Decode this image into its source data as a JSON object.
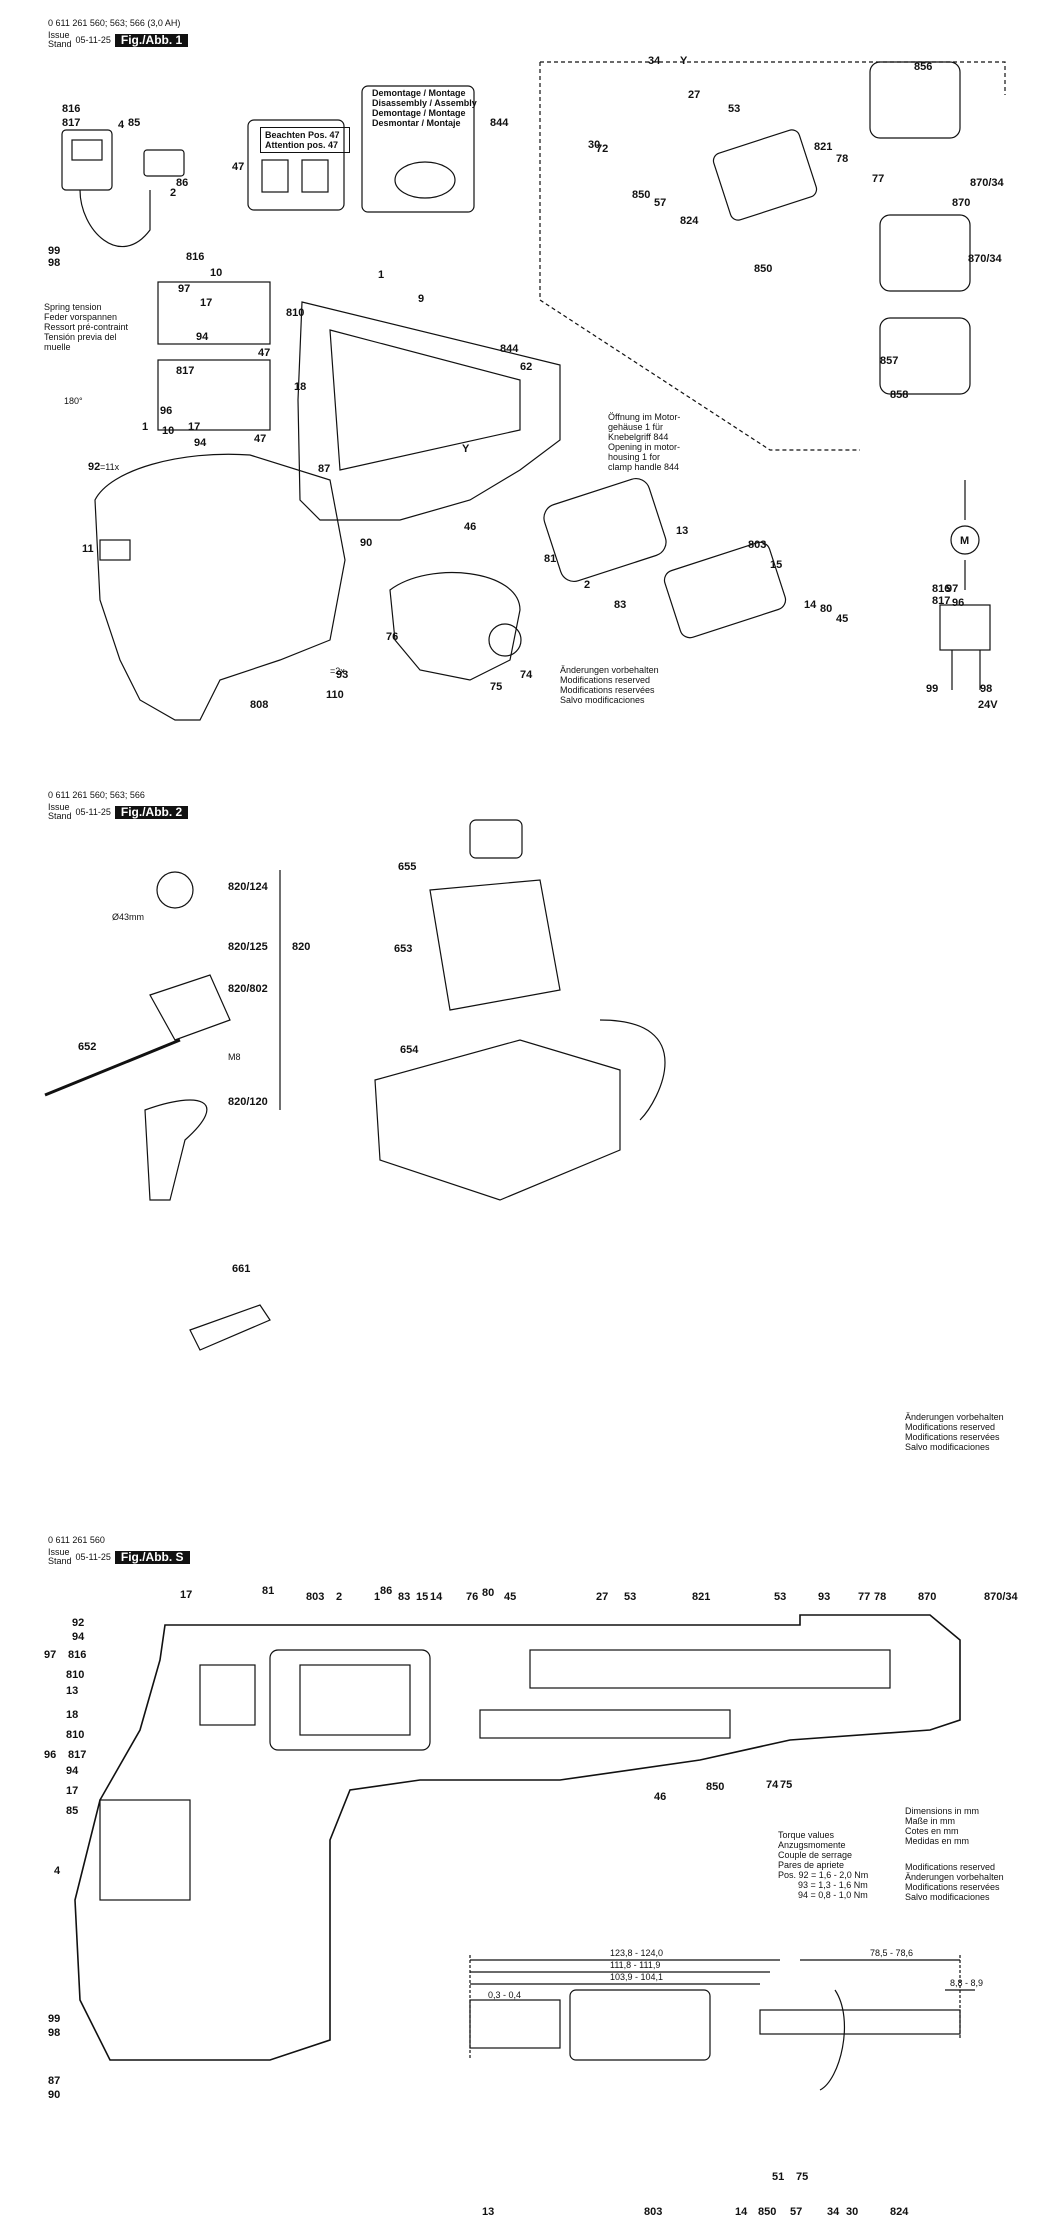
{
  "header1": {
    "part_no": "0 611 261 560; 563; 566   (3,0 AH)",
    "issue_stand": "Issue\nStand",
    "date": "05-11-25",
    "fig": "Fig./Abb. 1"
  },
  "header2": {
    "part_no": "0 611 261 560; 563; 566",
    "issue_stand": "Issue\nStand",
    "date": "05-11-25",
    "fig": "Fig./Abb. 2"
  },
  "header3": {
    "part_no": "0 611 261 560",
    "issue_stand": "Issue\nStand",
    "date": "05-11-25",
    "fig": "Fig./Abb. S"
  },
  "beachten": [
    "Beachten Pos. 47",
    "Attention pos. 47"
  ],
  "demontage": [
    "Demontage / Montage",
    "Disassembly / Assembly",
    "Demontage / Montage",
    "Desmontar / Montaje"
  ],
  "spring_tension": [
    "Spring tension",
    "Feder vorspannen",
    "Ressort pré-contraint",
    "Tensión previa del",
    "muelle"
  ],
  "opening": [
    "Öffnung im Motor-",
    "gehäuse 1 für",
    "Knebelgriff 844",
    "Opening in motor-",
    "housing 1 for",
    "clamp handle 844"
  ],
  "changes1": [
    "Änderungen vorbehalten",
    "Modifications reserved",
    "Modifications reservées",
    "Salvo modificaciones"
  ],
  "changes2": [
    "Änderungen vorbehalten",
    "Modifications reserved",
    "Modifications reservées",
    "Salvo modificaciones"
  ],
  "dimensions": [
    "Dimensions in mm",
    "Maße in mm",
    "Cotes en mm",
    "Medidas en mm"
  ],
  "changes3": [
    "Modifications reserved",
    "Änderungen vorbehalten",
    "Modifications reservées",
    "Salvo modificaciones"
  ],
  "torque": [
    "Torque values",
    "Anzugsmomente",
    "Couple de serrage",
    "Pares de apriete",
    "Pos. 92 = 1,6 - 2,0 Nm",
    "93 = 1,3 - 1,6 Nm",
    "94 = 0,8 - 1,0 Nm"
  ],
  "dims": {
    "d1": "123,8 - 124,0",
    "d2": "111,8 - 111,9",
    "d3": "103,9 - 104,1",
    "d4": "0,3 - 0,4",
    "d5": "78,5 - 78,6",
    "d6": "8,8 - 8,9"
  },
  "voltage": "24V",
  "motor": "M",
  "diameter": "Ø43mm",
  "thread": "M8",
  "qty_92": "=11x",
  "qty_93": "=2x",
  "angle": "180°",
  "fig1_labels": [
    "816",
    "817",
    "85",
    "4",
    "86",
    "99",
    "98",
    "2",
    "1",
    "47",
    "844",
    "34",
    "Y",
    "27",
    "53",
    "856",
    "30",
    "72",
    "850",
    "57",
    "824",
    "821",
    "78",
    "77",
    "870/34",
    "870",
    "850",
    "870/34",
    "857",
    "858",
    "816",
    "10",
    "97",
    "17",
    "94",
    "47",
    "810",
    "9",
    "844",
    "62",
    "18",
    "817",
    "96",
    "10",
    "17",
    "94",
    "47",
    "1",
    "92",
    "87",
    "Y",
    "81",
    "2",
    "83",
    "13",
    "803",
    "15",
    "14",
    "80",
    "45",
    "46",
    "90",
    "11",
    "76",
    "75",
    "74",
    "93",
    "110",
    "808",
    "816",
    "817",
    "97",
    "96",
    "99",
    "98"
  ],
  "fig2_labels": [
    "820/124",
    "820/125",
    "820",
    "820/802",
    "652",
    "820/120",
    "655",
    "653",
    "654",
    "661"
  ],
  "figS_labels": [
    "17",
    "81",
    "803",
    "2",
    "1",
    "86",
    "83",
    "15",
    "14",
    "76",
    "80",
    "45",
    "27",
    "53",
    "821",
    "53",
    "93",
    "77",
    "78",
    "870",
    "870/34",
    "92",
    "94",
    "97",
    "816",
    "810",
    "13",
    "18",
    "810",
    "96",
    "817",
    "94",
    "17",
    "85",
    "4",
    "850",
    "46",
    "74",
    "75",
    "99",
    "98",
    "87",
    "90",
    "13",
    "803",
    "14",
    "850",
    "57",
    "34",
    "30",
    "824",
    "51",
    "75"
  ]
}
